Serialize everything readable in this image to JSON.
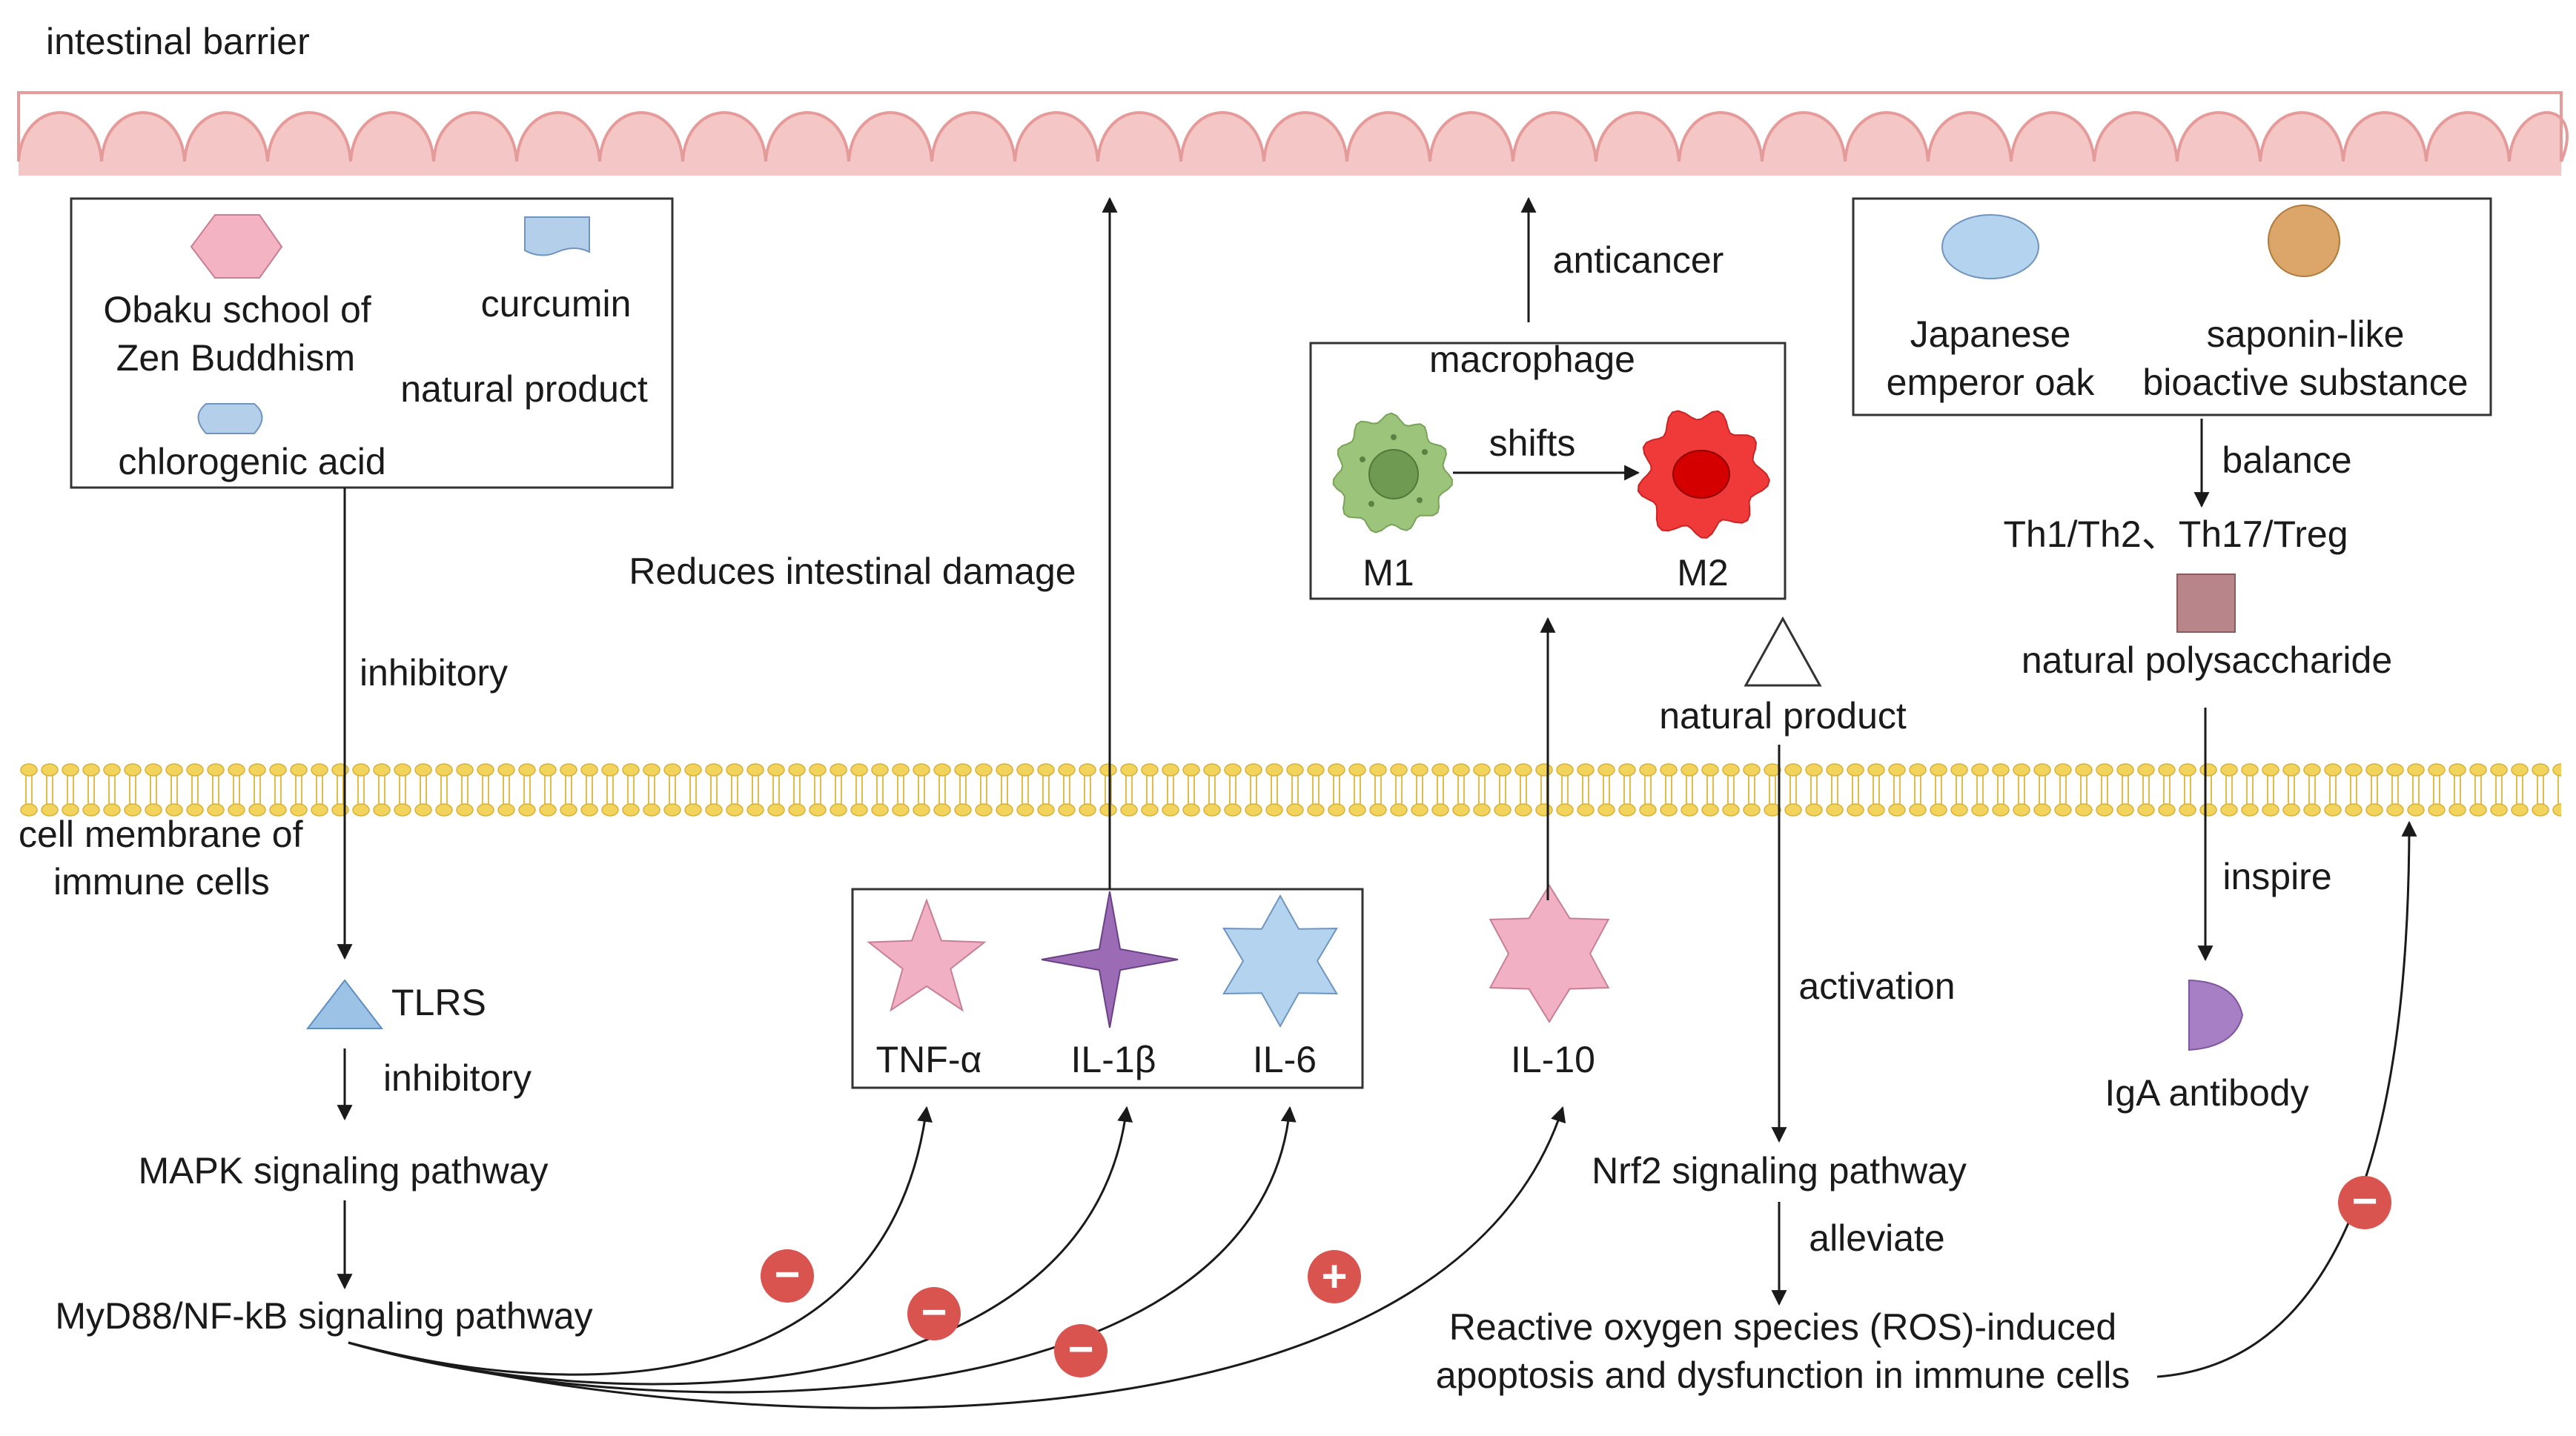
{
  "labels": {
    "intestinal_barrier": "intestinal barrier",
    "obaku": "Obaku school of",
    "zen": "Zen Buddhism",
    "curcumin": "curcumin",
    "natural_product_box": "natural product",
    "chlorogenic": "chlorogenic acid",
    "inhibitory_1": "inhibitory",
    "cell_membrane_1": "cell membrane of",
    "cell_membrane_2": "immune cells",
    "tlrs": "TLRS",
    "inhibitory_2": "inhibitory",
    "mapk": "MAPK signaling pathway",
    "myd88": "MyD88/NF-kB signaling pathway",
    "reduces": "Reduces intestinal damage",
    "tnf": "TNF-α",
    "il1b": "IL-1β",
    "il6": "IL-6",
    "il10": "IL-10",
    "anticancer": "anticancer",
    "macrophage": "macrophage",
    "shifts": "shifts",
    "m1": "M1",
    "m2": "M2",
    "natural_product_2": "natural product",
    "activation": "activation",
    "nrf2": "Nrf2 signaling pathway",
    "alleviate": "alleviate",
    "ros_1": "Reactive oxygen species (ROS)-induced",
    "ros_2": "apoptosis and dysfunction in immune cells",
    "japanese_1": "Japanese",
    "japanese_2": "emperor oak",
    "saponin_1": "saponin-like",
    "saponin_2": "bioactive substance",
    "balance": "balance",
    "th": "Th1/Th2、Th17/Treg",
    "polysaccharide": "natural polysaccharide",
    "inspire": "inspire",
    "iga": "IgA antibody"
  },
  "signs": {
    "minus": "−",
    "plus": "+"
  },
  "colors": {
    "barrier": "#f4c7c6",
    "membrane": "#f2d35b",
    "hexagon": "#f3b3c3",
    "curcumin": "#b3cfe9",
    "chlorogenic": "#b3cfe9",
    "tlrs": "#9cc3e6",
    "tnf": "#f2b0c5",
    "il1b": "#9c6bb5",
    "il6": "#b3d3ee",
    "il10": "#f2b0c5",
    "m1": "#9cc47a",
    "m2": "#f03a3a",
    "oak": "#b3d3ee",
    "saponin": "#dca56a",
    "polysaccharide": "#b8858a",
    "iga": "#a77fc4",
    "badge": "#d9534f"
  }
}
